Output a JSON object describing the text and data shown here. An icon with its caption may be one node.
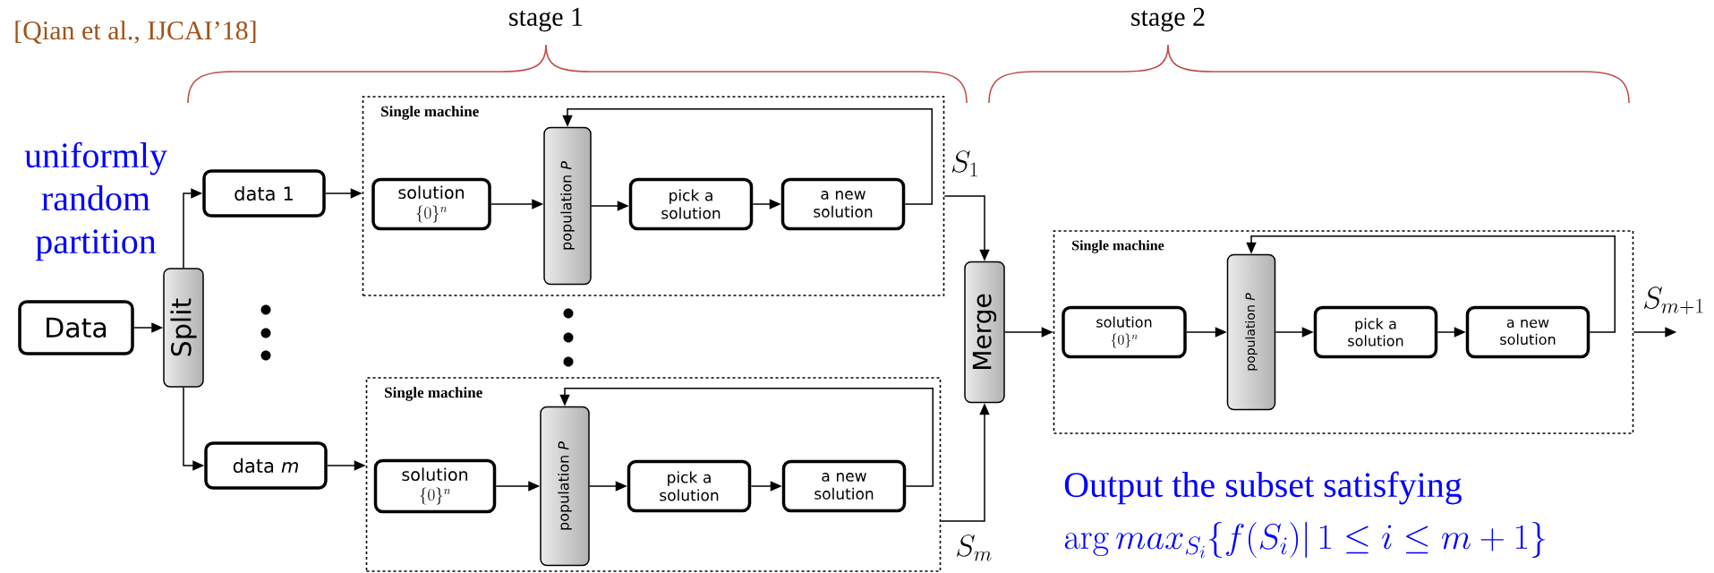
{
  "diagram": {
    "nodes": [
      {
        "text": [
          "Data"
        ]
      },
      {
        "text": [
          "Split"
        ]
      },
      {
        "text": [
          "data 1"
        ]
      },
      {
        "text": [
          "data *m*"
        ]
      },
      {
        "text": [
          "Single machine"
        ]
      },
      {
        "text": [
          "solution",
          "\\{0\\}^n"
        ],
        "in": 4
      },
      {
        "text": [
          "population *P*"
        ],
        "in": 4
      },
      {
        "text": [
          "pick a solution"
        ],
        "in": 4
      },
      {
        "text": [
          "a new solution"
        ],
        "in": 4
      },
      {
        "text": [
          "Single machine"
        ]
      },
      {
        "text": [
          "solution",
          "\\{0\\}^n"
        ],
        "in": 9
      },
      {
        "text": [
          "population *P*"
        ],
        "in": 9
      },
      {
        "text": [
          "pick a solution"
        ],
        "in": 9
      },
      {
        "text": [
          "a new solution"
        ],
        "in": 9
      },
      {
        "text": [
          "Merge"
        ]
      },
      {
        "text": [
          "Single machine"
        ]
      },
      {
        "text": [
          "solution",
          "\\{0\\}^n"
        ],
        "in": 15
      },
      {
        "text": [
          "population *P*"
        ],
        "in": 15
      },
      {
        "text": [
          "pick a solution"
        ],
        "in": 15
      },
      {
        "text": [
          "a new solution"
        ],
        "in": 15
      }
    ],
    "edges": [
      {
        "from": 0,
        "to": 1,
        "arrow": "to"
      },
      {
        "from": 1,
        "to": 2,
        "arrow": "to"
      },
      {
        "from": 1,
        "to": 3,
        "arrow": "to"
      },
      {
        "from": 2,
        "to": 4,
        "arrow": "to"
      },
      {
        "from": 3,
        "to": 9,
        "arrow": "to"
      },
      {
        "from": 5,
        "to": 6,
        "arrow": "to"
      },
      {
        "from": 6,
        "to": 7,
        "arrow": "to"
      },
      {
        "from": 7,
        "to": 8,
        "arrow": "to"
      },
      {
        "from": 8,
        "to": 6,
        "arrow": "to"
      },
      {
        "from": 10,
        "to": 11,
        "arrow": "to"
      },
      {
        "from": 11,
        "to": 12,
        "arrow": "to"
      },
      {
        "from": 12,
        "to": 13,
        "arrow": "to"
      },
      {
        "from": 13,
        "to": 11,
        "arrow": "to"
      },
      {
        "from": 4,
        "to": 14,
        "arrow": "to",
        "label": "S_1"
      },
      {
        "from": 9,
        "to": 14,
        "arrow": "to",
        "label": "S_m"
      },
      {
        "from": 14,
        "to": 15,
        "arrow": "to"
      },
      {
        "from": 16,
        "to": 17,
        "arrow": "to"
      },
      {
        "from": 17,
        "to": 18,
        "arrow": "to"
      },
      {
        "from": 18,
        "to": 19,
        "arrow": "to"
      },
      {
        "from": 19,
        "to": 17,
        "arrow": "to"
      },
      {
        "from": 15,
        "to": null,
        "arrow": "to",
        "label": "S_{m+1}"
      }
    ],
    "labels": [
      "[Qian et al., IJCAI’18]",
      "stage 1",
      "stage 2",
      "uniformly random partition",
      "Output the subset satisfying",
      "\\mathrm{arg}\\,max_{S_i}\\{f(S_i)|\\,1\\leq i\\leq m+1\\}"
    ]
  }
}
